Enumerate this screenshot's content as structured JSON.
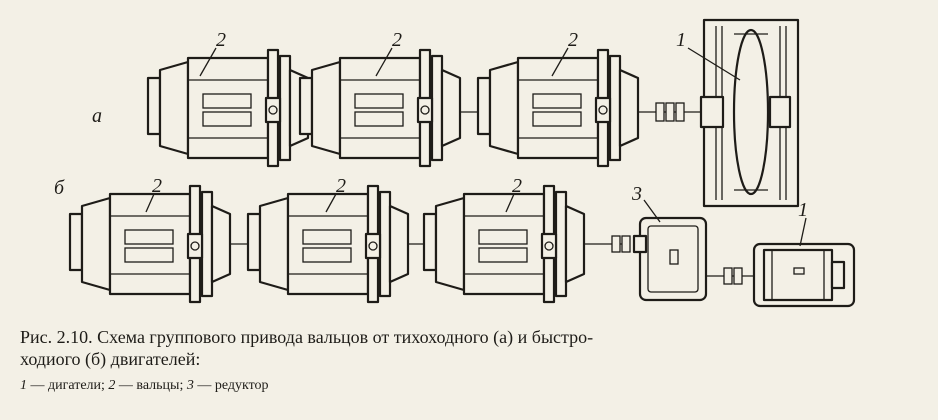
{
  "figure": {
    "row_labels": {
      "a": "a",
      "b": "б"
    },
    "callouts": {
      "row_a": [
        "2",
        "2",
        "2",
        "1"
      ],
      "row_b": [
        "2",
        "2",
        "2",
        "3",
        "1"
      ]
    }
  },
  "caption": {
    "line1": "Рис. 2.10. Схема группового привода вальцов от тихоходного (а) и быстро-",
    "line2": "ходиого (б) двигателей:"
  },
  "legend": {
    "items": [
      {
        "num": "1",
        "text": "— дигатели;"
      },
      {
        "num": "2",
        "text": "— вальцы;"
      },
      {
        "num": "3",
        "text": "— редуктор"
      }
    ]
  }
}
